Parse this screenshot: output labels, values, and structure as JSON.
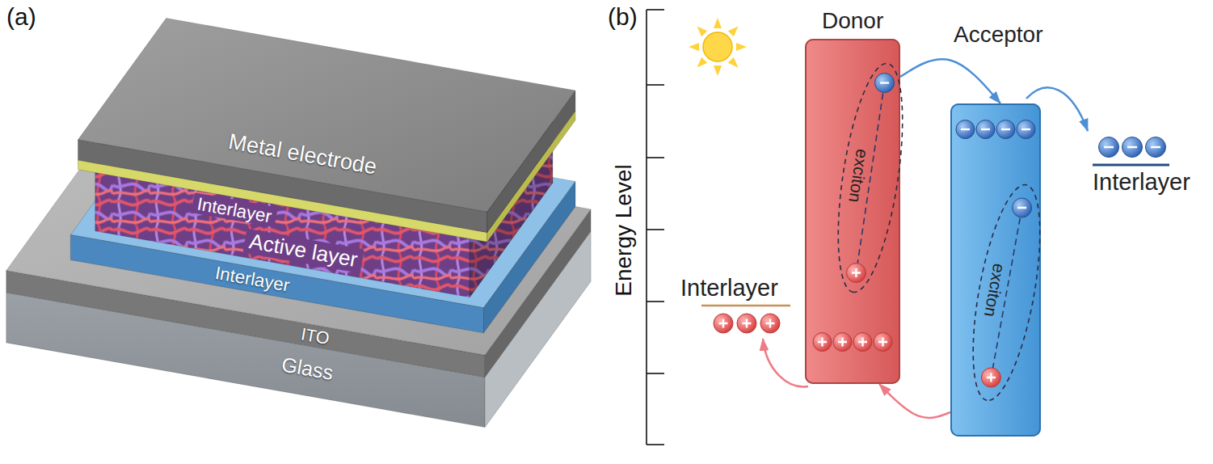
{
  "diagram": {
    "nodes": [
      {
        "text": [
          "Donor"
        ]
      },
      {
        "text": [
          "exciton"
        ],
        "in": 0
      },
      {
        "text": [
          "Acceptor"
        ]
      },
      {
        "text": [
          "exciton"
        ],
        "in": 2
      }
    ],
    "edges": [
      {
        "from": 0,
        "to": 2,
        "arrow": "to"
      },
      {
        "from": 2,
        "to": 0,
        "arrow": "to"
      }
    ],
    "labels": [
      "(a)",
      "Metal electrode",
      "Interlayer",
      "Active layer",
      "Interlayer",
      "ITO",
      "Glass",
      "(b)",
      "Energy Level",
      "Interlayer",
      "Interlayer"
    ]
  }
}
